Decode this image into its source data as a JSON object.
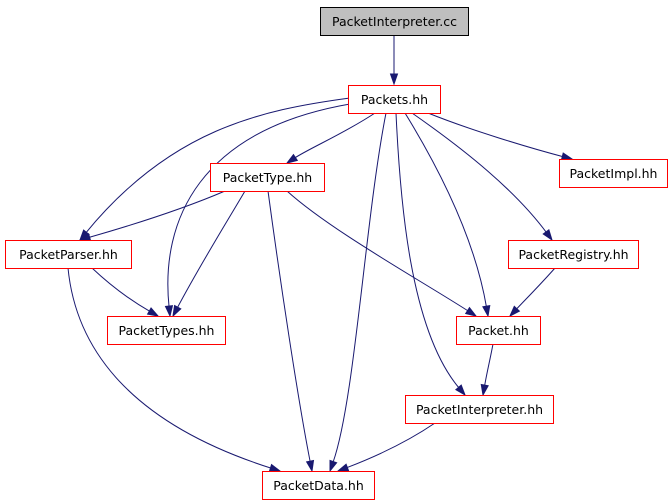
{
  "colors": {
    "edge": "#191970",
    "node_border": "#ff0000",
    "root_border": "#000000",
    "root_fill": "#bfbfbf",
    "node_fill": "#ffffff"
  },
  "nodes": [
    {
      "id": "root",
      "label": "PacketInterpreter.cc",
      "root": true
    },
    {
      "id": "packets_hh",
      "label": "Packets.hh"
    },
    {
      "id": "packettype_hh",
      "label": "PacketType.hh"
    },
    {
      "id": "packetimpl_hh",
      "label": "PacketImpl.hh"
    },
    {
      "id": "packetparser_hh",
      "label": "PacketParser.hh"
    },
    {
      "id": "packetregistry_hh",
      "label": "PacketRegistry.hh"
    },
    {
      "id": "packettypes_hh",
      "label": "PacketTypes.hh"
    },
    {
      "id": "packet_hh",
      "label": "Packet.hh"
    },
    {
      "id": "packetinterpreter_hh",
      "label": "PacketInterpreter.hh"
    },
    {
      "id": "packetdata_hh",
      "label": "PacketData.hh"
    }
  ],
  "edges": [
    {
      "from": "root",
      "to": "packets_hh"
    },
    {
      "from": "packets_hh",
      "to": "packettype_hh"
    },
    {
      "from": "packets_hh",
      "to": "packetimpl_hh"
    },
    {
      "from": "packets_hh",
      "to": "packetparser_hh"
    },
    {
      "from": "packets_hh",
      "to": "packettypes_hh"
    },
    {
      "from": "packets_hh",
      "to": "packetdata_hh"
    },
    {
      "from": "packets_hh",
      "to": "packetinterpreter_hh"
    },
    {
      "from": "packets_hh",
      "to": "packet_hh"
    },
    {
      "from": "packets_hh",
      "to": "packetregistry_hh"
    },
    {
      "from": "packettype_hh",
      "to": "packetparser_hh"
    },
    {
      "from": "packettype_hh",
      "to": "packettypes_hh"
    },
    {
      "from": "packettype_hh",
      "to": "packetdata_hh"
    },
    {
      "from": "packettype_hh",
      "to": "packet_hh"
    },
    {
      "from": "packetparser_hh",
      "to": "packettypes_hh"
    },
    {
      "from": "packetparser_hh",
      "to": "packetdata_hh"
    },
    {
      "from": "packetregistry_hh",
      "to": "packet_hh"
    },
    {
      "from": "packet_hh",
      "to": "packetinterpreter_hh"
    },
    {
      "from": "packetinterpreter_hh",
      "to": "packetdata_hh"
    }
  ]
}
